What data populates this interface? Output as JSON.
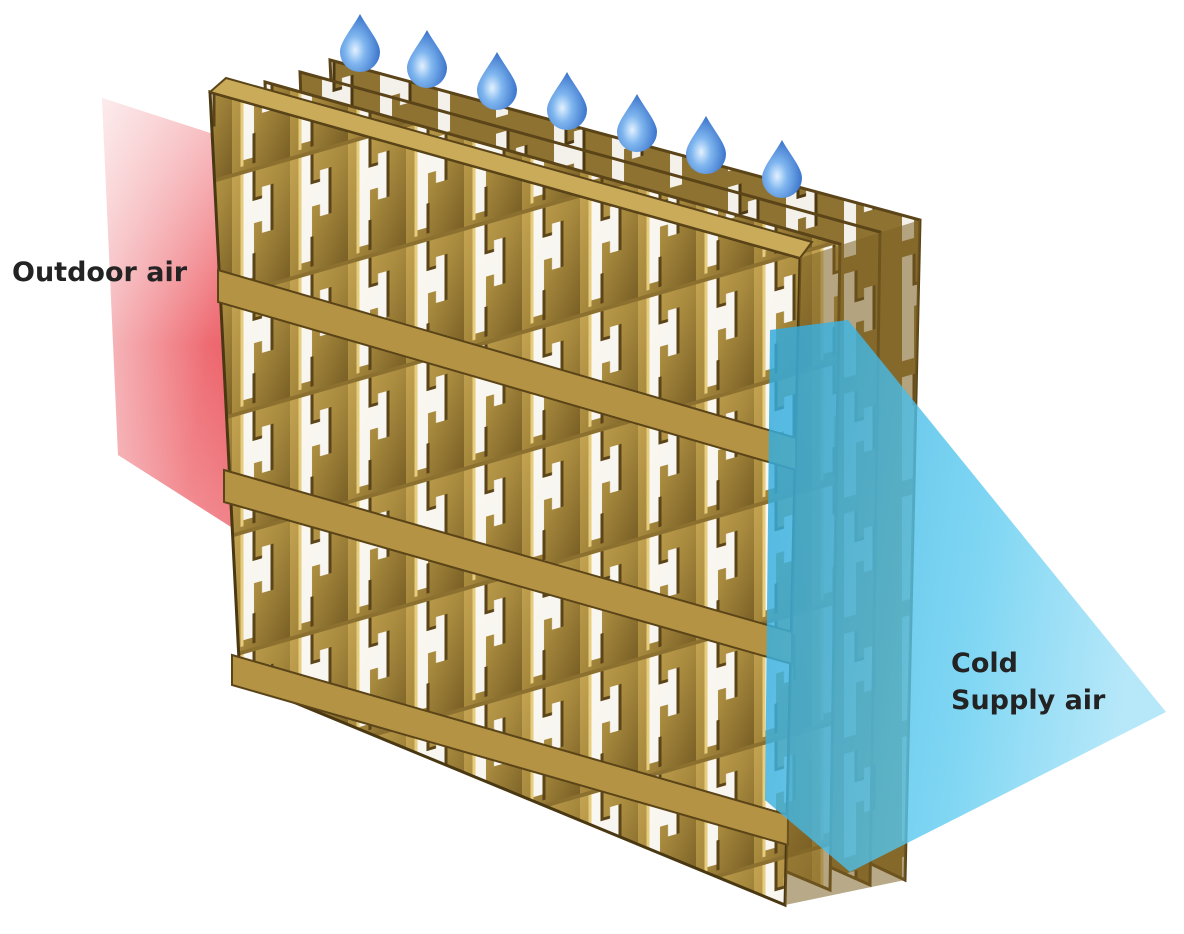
{
  "labels": {
    "outdoor_air": "Outdoor air",
    "cold_line1": "Cold",
    "cold_line2": "Supply air"
  },
  "colors": {
    "warm_air": "#e8323c",
    "cold_air": "#4cc3ee",
    "media": "#a88a3e",
    "media_dark": "#6b5420",
    "media_light": "#d8bd6a",
    "water": "#3d7fd6",
    "text": "#232323"
  },
  "icons": {
    "water_drop": "water-drop-icon",
    "drop_count": 7
  }
}
